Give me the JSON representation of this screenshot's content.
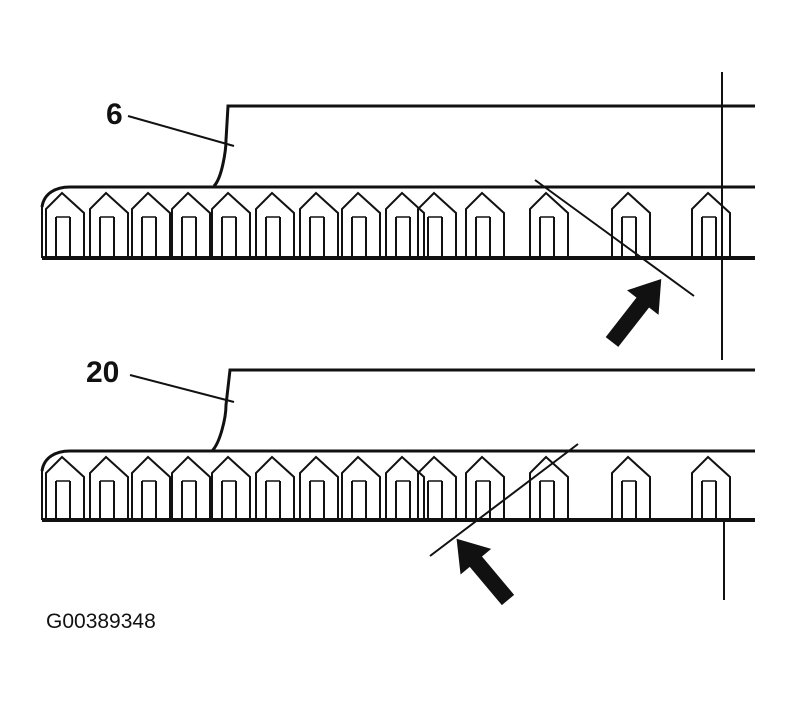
{
  "labels": {
    "top": "6",
    "bottom": "20"
  },
  "caption": "G00389348",
  "colors": {
    "ink": "#111111",
    "background": "#ffffff"
  },
  "arrows": {
    "top": "arrow-icon",
    "bottom": "arrow-icon"
  }
}
